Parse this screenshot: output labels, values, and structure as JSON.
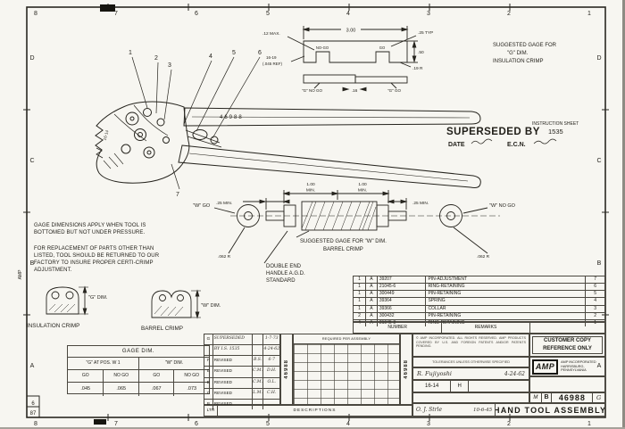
{
  "sheet": {
    "zones_top": [
      "8",
      "7",
      "6",
      "5",
      "4",
      "3",
      "2",
      "1"
    ],
    "zones_bottom": [
      "8",
      "7",
      "6",
      "5",
      "4",
      "3",
      "2",
      "1"
    ],
    "zones_left": [
      "D",
      "C",
      "B",
      "A"
    ],
    "zones_right": [
      "D",
      "C",
      "B",
      "A"
    ],
    "corner_top": "6",
    "corner_bottom": "87",
    "edge_vertical": "AMP"
  },
  "gage_g": {
    "title1": "SUGGESTED GAGE FOR",
    "title2": "\"G\" DIM.",
    "title3": "INSULATION CRIMP",
    "dim_length": "3.00",
    "dim_typ": ".25 TYP",
    "dim_max": ".12 MAX.",
    "slot_no_go": "NO-GO",
    "slot_go": "GO",
    "dim_height": ".50",
    "dim_radius": ".19 R",
    "ref1": "16-19",
    "ref2": "(.045 REF)",
    "edge_no_go": "\"G\" NO GO",
    "dim_16": ".16",
    "edge_go": "\"G\" GO"
  },
  "stamp": {
    "superseded_by": "SUPERSEDED BY",
    "instruction_sheet": "INSTRUCTION SHEET",
    "sheet_number": "1535",
    "date_label": "DATE",
    "ecn_label": "E.C.N."
  },
  "tool": {
    "part_number": "46988",
    "die_marking": "16-14",
    "callouts": [
      "1",
      "2",
      "3",
      "4",
      "5",
      "6",
      "7"
    ]
  },
  "gage_w": {
    "title1": "SUGGESTED GAGE FOR \"W\" DIM.",
    "title2": "BARREL CRIMP",
    "dim_min_left": ".25 MIN.",
    "dim_100_a": "1.00",
    "dim_100_a2": "MIN.",
    "dim_100_b": "1.00",
    "dim_100_b2": "MIN.",
    "dim_min_right": ".25 MIN.",
    "go_label": "\"W\" GO",
    "no_go_label": "\"W\" NO GO",
    "radius_left": ".062 R",
    "radius_right": ".062 R",
    "note1": "DOUBLE END",
    "note2": "HANDLE A.G.D.",
    "note3": "STANDARD"
  },
  "notes": {
    "n1a": "GAGE DIMENSIONS APPLY WHEN TOOL IS",
    "n1b": "BOTTOMED BUT NOT UNDER PRESSURE.",
    "n2a": "FOR REPLACEMENT OF PARTS OTHER THAN",
    "n2b": "LISTED, TOOL SHOULD BE RETURNED TO OUR",
    "n2c": "FACTORY TO INSURE PROPER CERTI-CRIMP",
    "n2d": "ADJUSTMENT."
  },
  "sections": {
    "g_dim": "\"G\" DIM.",
    "w_dim": "\"W\" DIM.",
    "insulation": "INSULATION CRIMP",
    "barrel": "BARREL CRIMP"
  },
  "gage_table": {
    "title": "GAGE DIM.",
    "group1": "\"G\" AT POS. W 1",
    "group2": "\"W\" DIM.",
    "h": [
      "GO",
      "NO GO",
      "GO",
      "NO GO"
    ],
    "v": [
      ".045",
      ".065",
      ".067",
      ".073"
    ]
  },
  "parts": {
    "rows": [
      {
        "qty": "1",
        "code": "A",
        "part": "39207",
        "desc": "PIN-ADJUSTMENT",
        "item": "7"
      },
      {
        "qty": "1",
        "code": "A",
        "part": "21045-6",
        "desc": "RING-RETAINING",
        "item": "6"
      },
      {
        "qty": "1",
        "code": "A",
        "part": "300449",
        "desc": "PIN-RETAINING",
        "item": "5"
      },
      {
        "qty": "1",
        "code": "A",
        "part": "39364",
        "desc": "SPRING",
        "item": "4"
      },
      {
        "qty": "1",
        "code": "A",
        "part": "39366",
        "desc": "COLLAR",
        "item": "3"
      },
      {
        "qty": "2",
        "code": "A",
        "part": "300432",
        "desc": "PIN-RETAINING",
        "item": "2"
      },
      {
        "qty": "4",
        "code": "A",
        "part": "21045-3",
        "desc": "RING-RETAINING",
        "item": "1"
      }
    ],
    "footer_number": "NUMBER",
    "footer_remarks": "REMARKS"
  },
  "revisions": {
    "rows": [
      {
        "ltr": "G",
        "desc": "SUPERSEDED",
        "by": "",
        "date": "1-7-73"
      },
      {
        "ltr": "",
        "desc": "BY I.S. 1535",
        "by": "",
        "date": "4-24-62"
      },
      {
        "ltr": "F",
        "desc": "REVISED",
        "by": "B.S.",
        "date": "6-7"
      },
      {
        "ltr": "E",
        "desc": "REVISED",
        "by": "C.M.",
        "date": "D.H."
      },
      {
        "ltr": "D",
        "desc": "REVISED",
        "by": "C.M.",
        "date": "O.L."
      },
      {
        "ltr": "C",
        "desc": "REVISED",
        "by": "L.M.",
        "date": "C.H."
      },
      {
        "ltr": "B",
        "desc": "REVISED",
        "by": "",
        "date": ""
      }
    ],
    "ltr_header": "LTR",
    "desc_header": "DESCRIPTIONS",
    "required_header": "REQUIRED PER ASSEMBLY",
    "vertical_number": "46988"
  },
  "title_block": {
    "copyright": "© AMP INCORPORATED. ALL RIGHTS RESERVED. AMP PRODUCTS COVERED BY U.S. AND FOREIGN PATENTS AND/OR PATENTS PENDING.",
    "customer1": "CUSTOMER COPY",
    "customer2": "REFERENCE ONLY",
    "logo": "AMP",
    "company1": "AMP INCORPORATED",
    "company2": "HARRISBURG, PENNSYLVANIA",
    "tolerances": "TOLERANCES UNLESS OTHERWISE SPECIFIED",
    "drawn_name": "R. Fujiyoshi",
    "drawn_date": "4-24-62",
    "approved_name": "O. J. Strle",
    "approved_date": "10-6-45",
    "wire_range": "16-14",
    "wire_code": "H",
    "loc_label": "M",
    "size": "B",
    "number": "46988",
    "rev": "G",
    "title": "HAND TOOL ASSEMBLY"
  }
}
